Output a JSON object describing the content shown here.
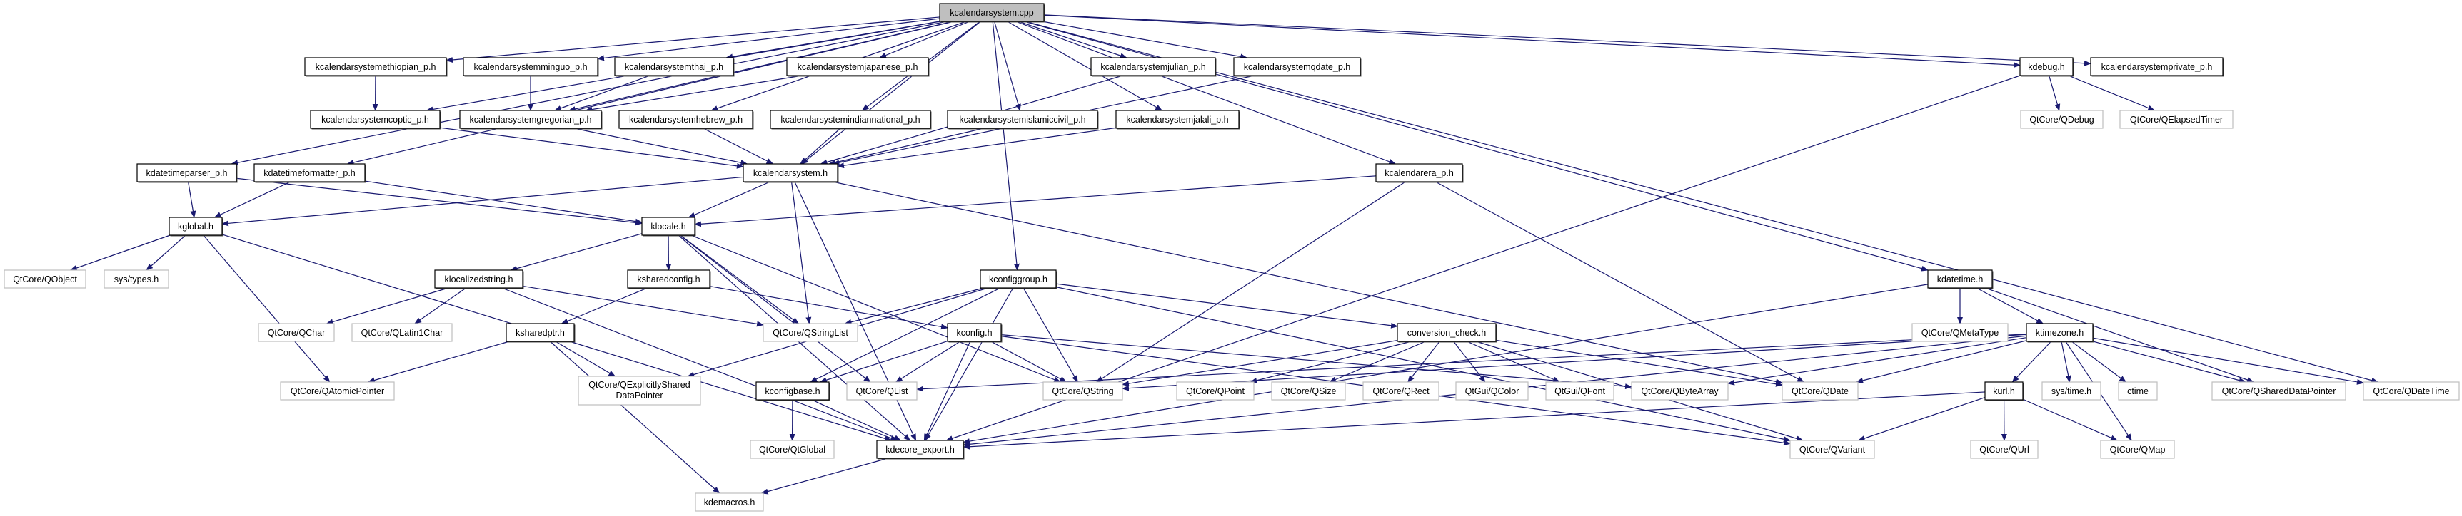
{
  "colors": {
    "edge": "#191970",
    "root_fill": "#bfbfbf",
    "internal_border": "#000000",
    "external_border": "#bfbfbf",
    "background": "#ffffff"
  },
  "nodes": [
    {
      "id": "cpp",
      "label": [
        "kcalendarsystem.cpp"
      ],
      "kind": "root"
    },
    {
      "id": "ethiopian",
      "label": [
        "kcalendarsystemethiopian_p.h"
      ],
      "kind": "internal"
    },
    {
      "id": "minguo",
      "label": [
        "kcalendarsystemminguo_p.h"
      ],
      "kind": "internal"
    },
    {
      "id": "thai",
      "label": [
        "kcalendarsystemthai_p.h"
      ],
      "kind": "internal"
    },
    {
      "id": "japanese",
      "label": [
        "kcalendarsystemjapanese_p.h"
      ],
      "kind": "internal"
    },
    {
      "id": "julian",
      "label": [
        "kcalendarsystemjulian_p.h"
      ],
      "kind": "internal"
    },
    {
      "id": "qdatep",
      "label": [
        "kcalendarsystemqdate_p.h"
      ],
      "kind": "internal"
    },
    {
      "id": "kdebug",
      "label": [
        "kdebug.h"
      ],
      "kind": "internal"
    },
    {
      "id": "private",
      "label": [
        "kcalendarsystemprivate_p.h"
      ],
      "kind": "internal"
    },
    {
      "id": "coptic",
      "label": [
        "kcalendarsystemcoptic_p.h"
      ],
      "kind": "internal"
    },
    {
      "id": "gregorian",
      "label": [
        "kcalendarsystemgregorian_p.h"
      ],
      "kind": "internal"
    },
    {
      "id": "hebrew",
      "label": [
        "kcalendarsystemhebrew_p.h"
      ],
      "kind": "internal"
    },
    {
      "id": "indian",
      "label": [
        "kcalendarsystemindiannational_p.h"
      ],
      "kind": "internal"
    },
    {
      "id": "islamic",
      "label": [
        "kcalendarsystemislamiccivil_p.h"
      ],
      "kind": "internal"
    },
    {
      "id": "jalali",
      "label": [
        "kcalendarsystemjalali_p.h"
      ],
      "kind": "internal"
    },
    {
      "id": "qdebug",
      "label": [
        "QtCore/QDebug"
      ],
      "kind": "external"
    },
    {
      "id": "qelapsed",
      "label": [
        "QtCore/QElapsedTimer"
      ],
      "kind": "external"
    },
    {
      "id": "parser",
      "label": [
        "kdatetimeparser_p.h"
      ],
      "kind": "internal"
    },
    {
      "id": "formatter",
      "label": [
        "kdatetimeformatter_p.h"
      ],
      "kind": "internal"
    },
    {
      "id": "kcsh",
      "label": [
        "kcalendarsystem.h"
      ],
      "kind": "internal"
    },
    {
      "id": "era",
      "label": [
        "kcalendarera_p.h"
      ],
      "kind": "internal"
    },
    {
      "id": "kglobal",
      "label": [
        "kglobal.h"
      ],
      "kind": "internal"
    },
    {
      "id": "klocale",
      "label": [
        "klocale.h"
      ],
      "kind": "internal"
    },
    {
      "id": "qobject",
      "label": [
        "QtCore/QObject"
      ],
      "kind": "external"
    },
    {
      "id": "systypes",
      "label": [
        "sys/types.h"
      ],
      "kind": "external"
    },
    {
      "id": "klocalized",
      "label": [
        "klocalizedstring.h"
      ],
      "kind": "internal"
    },
    {
      "id": "ksharedconfig",
      "label": [
        "ksharedconfig.h"
      ],
      "kind": "internal"
    },
    {
      "id": "kconfiggroup",
      "label": [
        "kconfiggroup.h"
      ],
      "kind": "internal"
    },
    {
      "id": "kdatetime",
      "label": [
        "kdatetime.h"
      ],
      "kind": "internal"
    },
    {
      "id": "qchar",
      "label": [
        "QtCore/QChar"
      ],
      "kind": "external"
    },
    {
      "id": "qlatin1",
      "label": [
        "QtCore/QLatin1Char"
      ],
      "kind": "external"
    },
    {
      "id": "ksharedptr",
      "label": [
        "ksharedptr.h"
      ],
      "kind": "internal"
    },
    {
      "id": "qstringlist",
      "label": [
        "QtCore/QStringList"
      ],
      "kind": "external"
    },
    {
      "id": "kconfig",
      "label": [
        "kconfig.h"
      ],
      "kind": "internal"
    },
    {
      "id": "conversion",
      "label": [
        "conversion_check.h"
      ],
      "kind": "internal"
    },
    {
      "id": "qmetatype",
      "label": [
        "QtCore/QMetaType"
      ],
      "kind": "external"
    },
    {
      "id": "ktimezone",
      "label": [
        "ktimezone.h"
      ],
      "kind": "internal"
    },
    {
      "id": "qatomic",
      "label": [
        "QtCore/QAtomicPointer"
      ],
      "kind": "external"
    },
    {
      "id": "qexplicit",
      "label": [
        "QtCore/QExplicitlyShared",
        "DataPointer"
      ],
      "kind": "external"
    },
    {
      "id": "kconfigbase",
      "label": [
        "kconfigbase.h"
      ],
      "kind": "internal"
    },
    {
      "id": "qlist",
      "label": [
        "QtCore/QList"
      ],
      "kind": "external"
    },
    {
      "id": "qstring",
      "label": [
        "QtCore/QString"
      ],
      "kind": "external"
    },
    {
      "id": "qpoint",
      "label": [
        "QtCore/QPoint"
      ],
      "kind": "external"
    },
    {
      "id": "qsize",
      "label": [
        "QtCore/QSize"
      ],
      "kind": "external"
    },
    {
      "id": "qrect",
      "label": [
        "QtCore/QRect"
      ],
      "kind": "external"
    },
    {
      "id": "qcolor",
      "label": [
        "QtGui/QColor"
      ],
      "kind": "external"
    },
    {
      "id": "qfont",
      "label": [
        "QtGui/QFont"
      ],
      "kind": "external"
    },
    {
      "id": "qbytearray",
      "label": [
        "QtCore/QByteArray"
      ],
      "kind": "external"
    },
    {
      "id": "qdate",
      "label": [
        "QtCore/QDate"
      ],
      "kind": "external"
    },
    {
      "id": "kurl",
      "label": [
        "kurl.h"
      ],
      "kind": "internal"
    },
    {
      "id": "systime",
      "label": [
        "sys/time.h"
      ],
      "kind": "external"
    },
    {
      "id": "ctime",
      "label": [
        "ctime"
      ],
      "kind": "external"
    },
    {
      "id": "qshared",
      "label": [
        "QtCore/QSharedDataPointer"
      ],
      "kind": "external"
    },
    {
      "id": "qdatetime",
      "label": [
        "QtCore/QDateTime"
      ],
      "kind": "external"
    },
    {
      "id": "qtglobal",
      "label": [
        "QtCore/QtGlobal"
      ],
      "kind": "external"
    },
    {
      "id": "kdecore",
      "label": [
        "kdecore_export.h"
      ],
      "kind": "internal"
    },
    {
      "id": "qvariant",
      "label": [
        "QtCore/QVariant"
      ],
      "kind": "external"
    },
    {
      "id": "qurl",
      "label": [
        "QtCore/QUrl"
      ],
      "kind": "external"
    },
    {
      "id": "qmap",
      "label": [
        "QtCore/QMap"
      ],
      "kind": "external"
    },
    {
      "id": "kdemacros",
      "label": [
        "kdemacros.h"
      ],
      "kind": "external"
    }
  ],
  "edges": [
    [
      "cpp",
      "ethiopian"
    ],
    [
      "cpp",
      "minguo"
    ],
    [
      "cpp",
      "thai"
    ],
    [
      "cpp",
      "japanese"
    ],
    [
      "cpp",
      "julian"
    ],
    [
      "cpp",
      "qdatep"
    ],
    [
      "cpp",
      "kdebug"
    ],
    [
      "cpp",
      "private"
    ],
    [
      "cpp",
      "coptic"
    ],
    [
      "cpp",
      "gregorian"
    ],
    [
      "cpp",
      "hebrew"
    ],
    [
      "cpp",
      "indian"
    ],
    [
      "cpp",
      "islamic"
    ],
    [
      "cpp",
      "jalali"
    ],
    [
      "cpp",
      "kcsh"
    ],
    [
      "cpp",
      "parser"
    ],
    [
      "cpp",
      "formatter"
    ],
    [
      "cpp",
      "era"
    ],
    [
      "cpp",
      "kconfiggroup"
    ],
    [
      "cpp",
      "kdatetime"
    ],
    [
      "cpp",
      "qdatetime"
    ],
    [
      "ethiopian",
      "coptic"
    ],
    [
      "minguo",
      "gregorian"
    ],
    [
      "thai",
      "gregorian"
    ],
    [
      "japanese",
      "gregorian"
    ],
    [
      "coptic",
      "kcsh"
    ],
    [
      "gregorian",
      "kcsh"
    ],
    [
      "hebrew",
      "kcsh"
    ],
    [
      "indian",
      "kcsh"
    ],
    [
      "islamic",
      "kcsh"
    ],
    [
      "jalali",
      "kcsh"
    ],
    [
      "julian",
      "kcsh"
    ],
    [
      "qdatep",
      "kcsh"
    ],
    [
      "kdebug",
      "qdebug"
    ],
    [
      "kdebug",
      "qelapsed"
    ],
    [
      "kdebug",
      "kdecore"
    ],
    [
      "parser",
      "kglobal"
    ],
    [
      "parser",
      "klocale"
    ],
    [
      "formatter",
      "kglobal"
    ],
    [
      "formatter",
      "klocale"
    ],
    [
      "kcsh",
      "kglobal"
    ],
    [
      "kcsh",
      "klocale"
    ],
    [
      "kcsh",
      "qstringlist"
    ],
    [
      "kcsh",
      "kdecore"
    ],
    [
      "kcsh",
      "qdate"
    ],
    [
      "era",
      "klocale"
    ],
    [
      "era",
      "qstring"
    ],
    [
      "era",
      "qdate"
    ],
    [
      "kglobal",
      "qobject"
    ],
    [
      "kglobal",
      "systypes"
    ],
    [
      "kglobal",
      "qatomic"
    ],
    [
      "kglobal",
      "kdecore"
    ],
    [
      "klocale",
      "klocalized"
    ],
    [
      "klocale",
      "ksharedconfig"
    ],
    [
      "klocale",
      "qstringlist"
    ],
    [
      "klocale",
      "qlist"
    ],
    [
      "klocale",
      "kdecore"
    ],
    [
      "klocale",
      "qstring"
    ],
    [
      "klocalized",
      "qchar"
    ],
    [
      "klocalized",
      "qlatin1"
    ],
    [
      "klocalized",
      "qstringlist"
    ],
    [
      "klocalized",
      "kdecore"
    ],
    [
      "ksharedconfig",
      "ksharedptr"
    ],
    [
      "ksharedconfig",
      "kconfig"
    ],
    [
      "ksharedptr",
      "qatomic"
    ],
    [
      "ksharedptr",
      "qexplicit"
    ],
    [
      "ksharedptr",
      "kdemacros"
    ],
    [
      "kconfiggroup",
      "qstringlist"
    ],
    [
      "kconfiggroup",
      "qexplicit"
    ],
    [
      "kconfiggroup",
      "kconfigbase"
    ],
    [
      "kconfiggroup",
      "qstring"
    ],
    [
      "kconfiggroup",
      "kdecore"
    ],
    [
      "kconfiggroup",
      "conversion"
    ],
    [
      "kconfiggroup",
      "qvariant"
    ],
    [
      "kconfig",
      "qlist"
    ],
    [
      "kconfig",
      "qstring"
    ],
    [
      "kconfig",
      "kconfigbase"
    ],
    [
      "kconfig",
      "kdecore"
    ],
    [
      "kconfig",
      "qbytearray"
    ],
    [
      "kconfig",
      "qvariant"
    ],
    [
      "kconfigbase",
      "qtglobal"
    ],
    [
      "kconfigbase",
      "kdecore"
    ],
    [
      "conversion",
      "qstring"
    ],
    [
      "conversion",
      "qpoint"
    ],
    [
      "conversion",
      "qsize"
    ],
    [
      "conversion",
      "qrect"
    ],
    [
      "conversion",
      "qcolor"
    ],
    [
      "conversion",
      "qfont"
    ],
    [
      "conversion",
      "qdate"
    ],
    [
      "conversion",
      "qvariant"
    ],
    [
      "kdecore",
      "kdemacros"
    ],
    [
      "kdatetime",
      "qmetatype"
    ],
    [
      "kdatetime",
      "ktimezone"
    ],
    [
      "kdatetime",
      "qshared"
    ],
    [
      "kdatetime",
      "kdecore"
    ],
    [
      "ktimezone",
      "qstring"
    ],
    [
      "ktimezone",
      "qlist"
    ],
    [
      "ktimezone",
      "qbytearray"
    ],
    [
      "ktimezone",
      "qdate"
    ],
    [
      "ktimezone",
      "kurl"
    ],
    [
      "ktimezone",
      "systime"
    ],
    [
      "ktimezone",
      "ctime"
    ],
    [
      "ktimezone",
      "qmap"
    ],
    [
      "ktimezone",
      "qshared"
    ],
    [
      "ktimezone",
      "qdatetime"
    ],
    [
      "ktimezone",
      "kdecore"
    ],
    [
      "kurl",
      "qvariant"
    ],
    [
      "kurl",
      "qurl"
    ],
    [
      "kurl",
      "qmap"
    ],
    [
      "kurl",
      "kdecore"
    ]
  ]
}
